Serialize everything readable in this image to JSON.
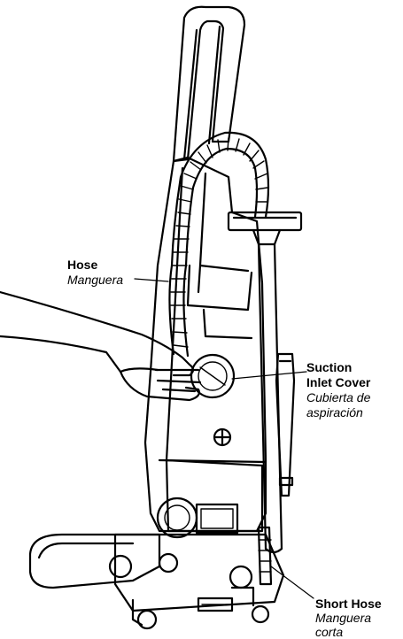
{
  "labels": {
    "hose": {
      "en": "Hose",
      "es": "Manguera"
    },
    "suction_inlet_cover": {
      "en_line1": "Suction",
      "en_line2": "Inlet Cover",
      "es_line1": "Cubierta de",
      "es_line2": "aspiración"
    },
    "short_hose": {
      "en": "Short Hose",
      "es_line1": "Manguera",
      "es_line2": "corta"
    }
  },
  "colors": {
    "ink": "#000000",
    "paper": "#ffffff"
  }
}
